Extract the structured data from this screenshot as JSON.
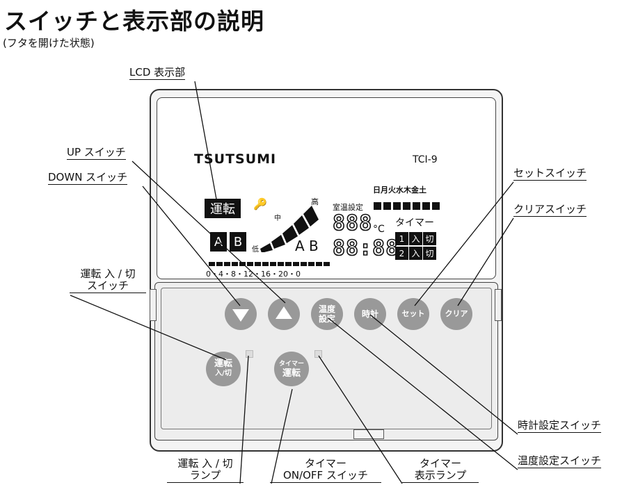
{
  "title": "スイッチと表示部の説明",
  "subtitle": "(フタを開けた状態)",
  "labels": {
    "lcd": "LCD 表示部",
    "up": "UP スイッチ",
    "down": "DOWN スイッチ",
    "power_line1": "運転 入 / 切",
    "power_line2": "スイッチ",
    "power_lamp_line1": "運転 入 / 切",
    "power_lamp_line2": "ランプ",
    "timer_switch_line1": "タイマー",
    "timer_switch_line2": "ON/OFF スイッチ",
    "timer_lamp_line1": "タイマー",
    "timer_lamp_line2": "表示ランプ",
    "set": "セットスイッチ",
    "clear": "クリアスイッチ",
    "clock": "時計設定スイッチ",
    "temp": "温度設定スイッチ"
  },
  "device": {
    "brand": "TSUTSUMI",
    "model": "TCI-9",
    "days": "日月火水木金土",
    "lcd": {
      "run": "運転",
      "key_glyph": "🔑",
      "level_high": "高",
      "level_mid": "中",
      "level_low": "低",
      "mode_a": "A",
      "mode_b": "B",
      "mode_ab": "A B",
      "room_temp_setting": "室温設定",
      "temp_digits": "888",
      "temp_unit": "°C",
      "timer": "タイマー",
      "timer1": "1",
      "timer2": "2",
      "on": "入",
      "off": "切",
      "clock_digits": "88:88",
      "hour_ticks": "0・4・8・12・16・20・0"
    },
    "buttons": {
      "temp": "温度\n設定",
      "clock": "時計",
      "set": "セット",
      "clear": "クリア",
      "power_top": "運転",
      "power_bottom": "入/切",
      "timer_top": "タイマー",
      "timer_bottom": "運転"
    }
  }
}
